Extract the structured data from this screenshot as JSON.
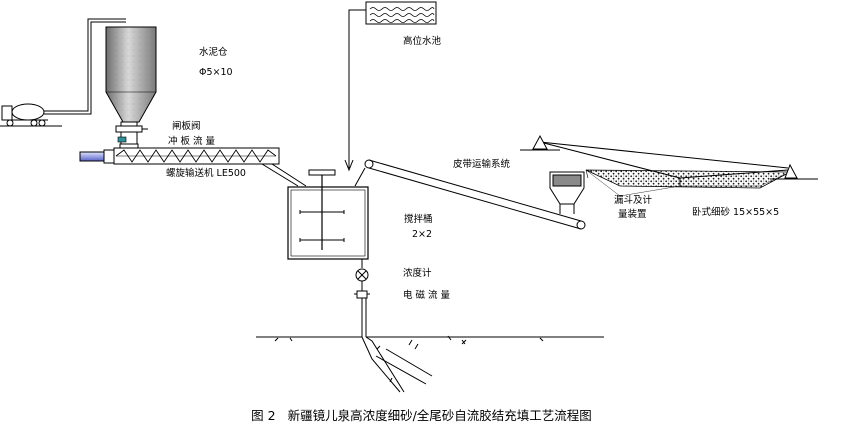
{
  "labels": {
    "cement_silo": "水泥仓",
    "silo_size": "Φ5×10",
    "gate_valve": "闸板阀",
    "impact_flowmeter": "冲 板 流 量",
    "screw_conveyor": "螺旋输送机 LE500",
    "water_tank": "高位水池",
    "belt_conveyor": "皮带运输系统",
    "funnel_meter_line1": "漏斗及计",
    "funnel_meter_line2": "量装置",
    "sand_pile": "卧式细砂 15×55×5",
    "mixing_tank": "搅拌桶",
    "tank_size": "2×2",
    "density_meter": "浓度计",
    "em_flowmeter": "电 磁 流 量"
  },
  "caption": {
    "figure_no": "图 2",
    "title": "新疆镜儿泉高浓度细砂/全尾砂自流胶结充填工艺流程图"
  }
}
